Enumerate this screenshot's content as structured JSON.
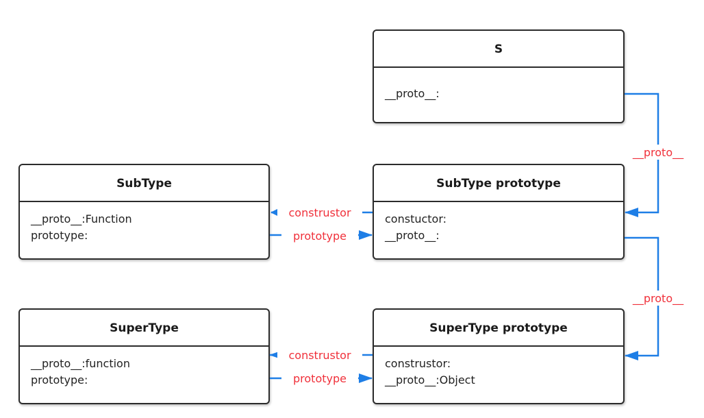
{
  "boxes": {
    "s": {
      "title": "S",
      "fields": [
        "__proto__:"
      ]
    },
    "subtype": {
      "title": "SubType",
      "fields": [
        "__proto__:Function",
        "prototype:"
      ]
    },
    "subtype_proto": {
      "title": "SubType prototype",
      "fields": [
        "constuctor:",
        "__proto__:"
      ]
    },
    "supertype": {
      "title": "SuperType",
      "fields": [
        "__proto__:function",
        "prototype:"
      ]
    },
    "supertype_proto": {
      "title": "SuperType prototype",
      "fields": [
        "construstor:",
        "__proto__:Object"
      ]
    }
  },
  "links": {
    "proto_top": "__proto__",
    "proto_mid": "__proto__",
    "constructor_sub": "construstor",
    "prototype_sub": "prototype",
    "constructor_super": "construstor",
    "prototype_super": "prototype"
  },
  "colors": {
    "arrow": "#1e7ee6",
    "label": "#f0303a",
    "border": "#2b2b2b"
  }
}
